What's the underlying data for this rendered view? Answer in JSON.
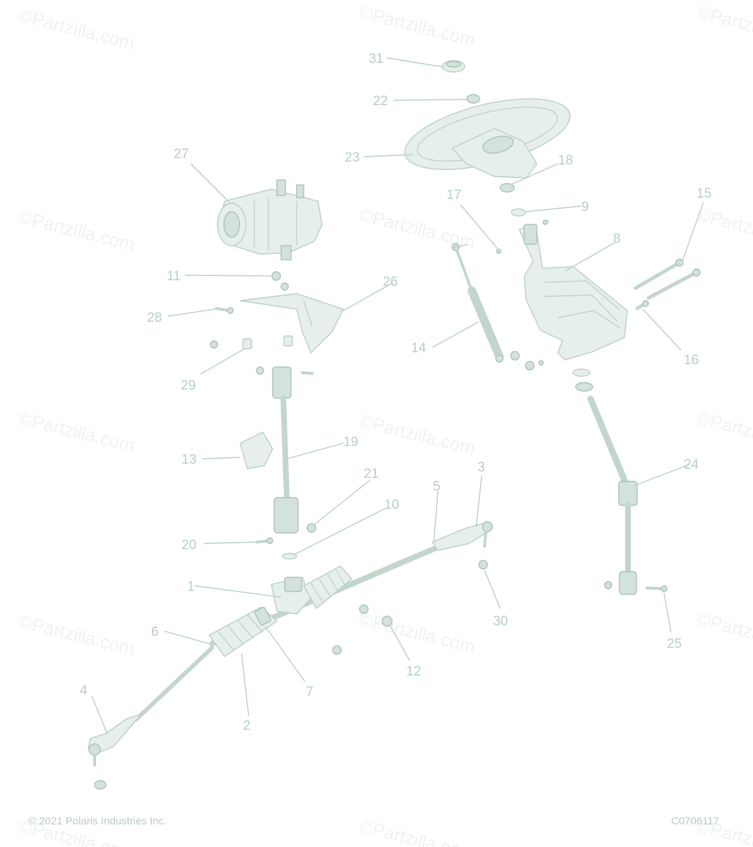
{
  "watermark": "©Partzilla.com",
  "callouts": {
    "c1": "1",
    "c2": "2",
    "c3": "3",
    "c4": "4",
    "c5": "5",
    "c6": "6",
    "c7": "7",
    "c8": "8",
    "c9": "9",
    "c10": "10",
    "c11": "11",
    "c12": "12",
    "c13": "13",
    "c14": "14",
    "c15": "15",
    "c16": "16",
    "c17": "17",
    "c18": "18",
    "c19": "19",
    "c20": "20",
    "c21": "21",
    "c22": "22",
    "c23": "23",
    "c24": "24",
    "c25": "25",
    "c26": "26",
    "c27": "27",
    "c28": "28",
    "c29": "29",
    "c30": "30",
    "c31": "31"
  },
  "footer": {
    "copyright": "© 2021 Polaris Industries Inc.",
    "diagram_code": "C0706117"
  },
  "colors": {
    "line": "#b8d0c5",
    "part_fill": "#e6efea",
    "text": "#b7cfc4"
  }
}
